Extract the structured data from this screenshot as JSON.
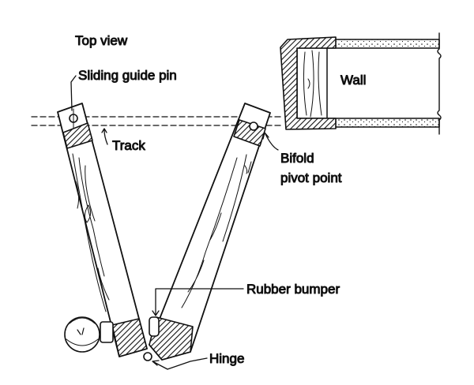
{
  "labels": {
    "top_view": "Top view",
    "sliding_guide_pin": "Sliding guide pin",
    "track": "Track",
    "wall": "Wall",
    "bifold_line1": "Bifold",
    "bifold_line2": "pivot point",
    "rubber_bumper": "Rubber bumper",
    "hinge": "Hinge"
  },
  "colors": {
    "ink": "#111111",
    "background": "#ffffff"
  }
}
